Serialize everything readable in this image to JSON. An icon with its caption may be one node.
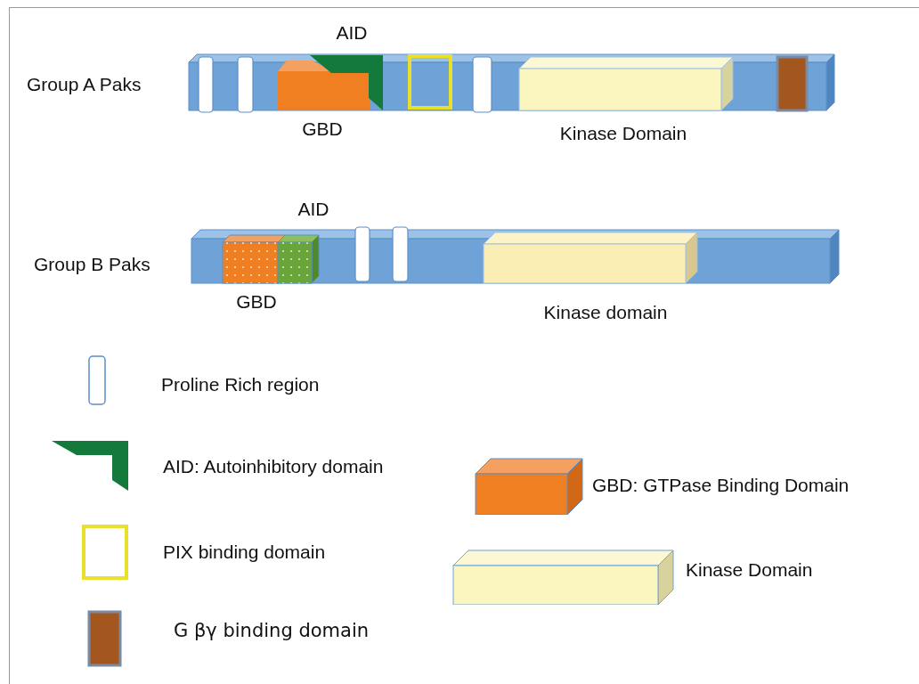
{
  "diagram": {
    "labels": [
      "AID",
      "Group A Paks",
      "GBD",
      "Kinase Domain",
      "AID",
      "Group B Paks",
      "GBD",
      "Kinase domain"
    ],
    "legend": [
      {
        "text": "Proline Rich region"
      },
      {
        "text": "AID: Autoinhibitory domain"
      },
      {
        "text": "GBD: GTPase Binding Domain"
      },
      {
        "text": "PIX binding domain"
      },
      {
        "text": "Kinase Domain"
      },
      {
        "text": "G βγ binding domain"
      }
    ]
  }
}
